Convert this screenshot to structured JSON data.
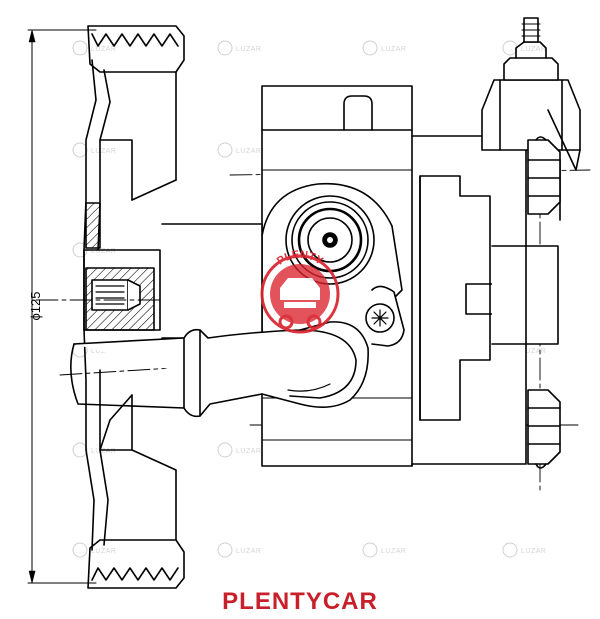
{
  "drawing": {
    "dimension_label": "ϕ125",
    "watermark_text": "LUZAR",
    "stamp_text": "PLENTY"
  },
  "footer": {
    "brand": "PLENTYCAR"
  },
  "colors": {
    "line": "#000000",
    "hatch": "#000000",
    "brand": "#c8202a",
    "stamp": "#d9232e",
    "watermark": "#cfcfcf"
  }
}
